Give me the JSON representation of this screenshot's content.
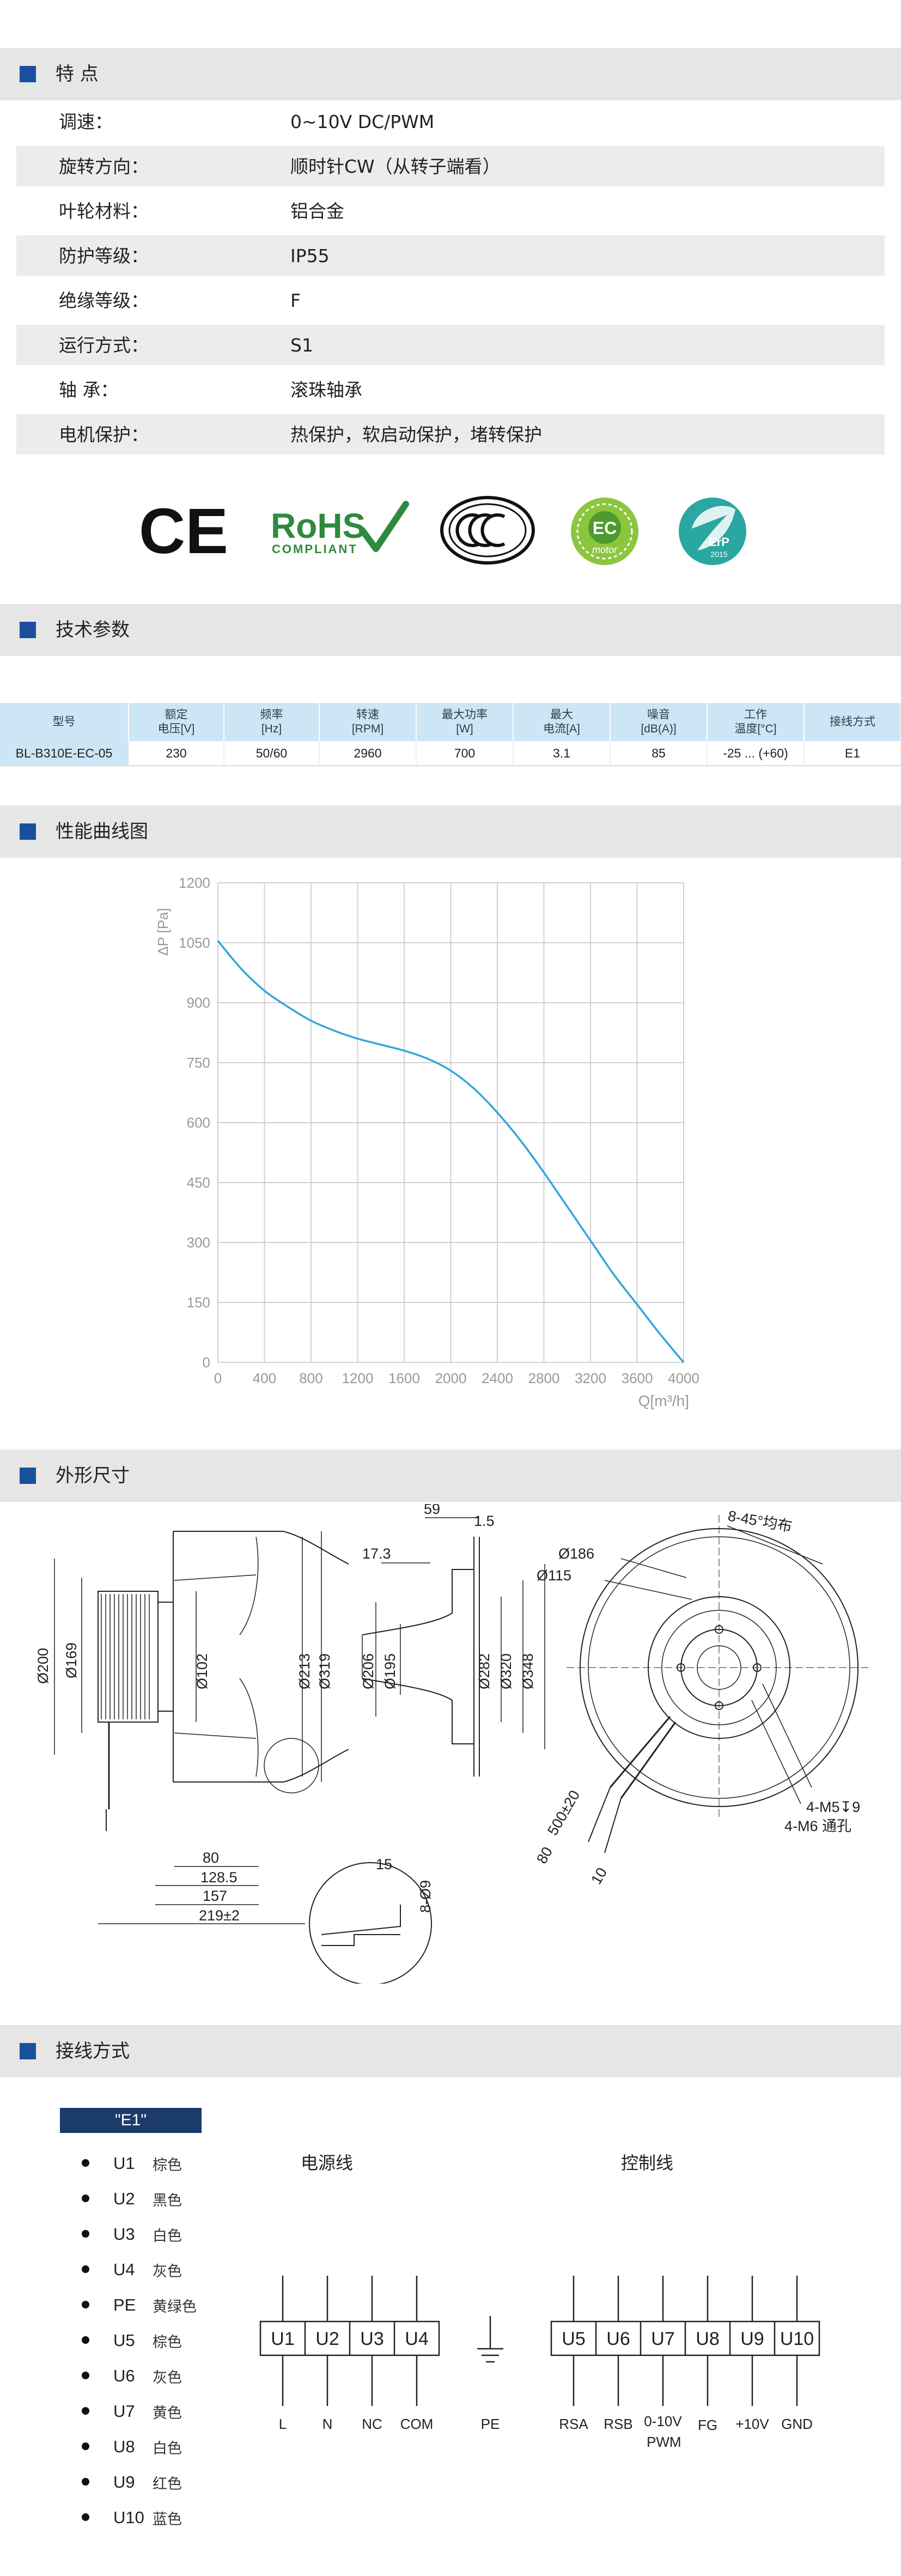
{
  "sections": {
    "features": "特 点",
    "tech": "技术参数",
    "curve": "性能曲线图",
    "dimensions": "外形尺寸",
    "wiring": "接线方式"
  },
  "features": [
    {
      "label": "调速：",
      "value": "0~10V DC/PWM"
    },
    {
      "label": "旋转方向：",
      "value": "顺时针CW（从转子端看）"
    },
    {
      "label": "叶轮材料：",
      "value": "铝合金"
    },
    {
      "label": "防护等级：",
      "value": "IP55"
    },
    {
      "label": "绝缘等级：",
      "value": "F"
    },
    {
      "label": "运行方式：",
      "value": "S1"
    },
    {
      "label": "轴 承：",
      "value": "滚珠轴承"
    },
    {
      "label": "电机保护：",
      "value": "热保护，软启动保护，堵转保护"
    }
  ],
  "certifications": {
    "ce": "CE",
    "rohs": "RoHS",
    "rohs_sub": "COMPLIANT",
    "ec": "EC",
    "ec_sub": "motor",
    "erp": "ErP",
    "erp_year": "2015"
  },
  "spec_table": {
    "headers": [
      [
        "型号",
        ""
      ],
      [
        "额定",
        "电压[V]"
      ],
      [
        "频率",
        "[Hz]"
      ],
      [
        "转速",
        "[RPM]"
      ],
      [
        "最大功率",
        "[W]"
      ],
      [
        "最大",
        "电流[A]"
      ],
      [
        "噪音",
        "[dB(A)]"
      ],
      [
        "工作",
        "温度[°C]"
      ],
      [
        "接线方式",
        ""
      ]
    ],
    "row": [
      "BL-B310E-EC-05",
      "230",
      "50/60",
      "2960",
      "700",
      "3.1",
      "85",
      "-25 ... (+60)",
      "E1"
    ]
  },
  "chart_data": {
    "type": "line",
    "ylabel": "ΔP [Pa]",
    "xlabel": "Q[m³/h]",
    "xlim": [
      0,
      4000
    ],
    "ylim": [
      0,
      1200
    ],
    "x_ticks": [
      0,
      400,
      800,
      1200,
      1600,
      2000,
      2400,
      2800,
      3200,
      3600,
      4000
    ],
    "y_ticks": [
      0,
      150,
      300,
      450,
      600,
      750,
      900,
      1050,
      1200
    ],
    "grid": true,
    "color": "#33a5dc",
    "series": [
      {
        "x": [
          0,
          200,
          400,
          600,
          800,
          1000,
          1200,
          1400,
          1600,
          1800,
          2000,
          2200,
          2400,
          2600,
          2800,
          3000,
          3200,
          3400,
          3600,
          3800,
          4000
        ],
        "values": [
          1055,
          985,
          930,
          890,
          855,
          830,
          810,
          795,
          780,
          760,
          730,
          685,
          625,
          555,
          475,
          390,
          305,
          220,
          145,
          70,
          0
        ]
      }
    ]
  },
  "dimensions": {
    "d200": "Ø200",
    "d169": "Ø169",
    "d102": "Ø102",
    "d213": "Ø213",
    "d319": "Ø319",
    "d206": "Ø206",
    "d195": "Ø195",
    "d282": "Ø282",
    "d320": "Ø320",
    "d348": "Ø348",
    "d186": "Ø186",
    "d115": "Ø115",
    "v59": "59",
    "v1_5": "1.5",
    "v17_3": "17.3",
    "v80": "80",
    "v128_5": "128.5",
    "v157": "157",
    "v219": "219±2",
    "v15": "15",
    "v8d9": "8-Ø9",
    "v500": "500±20",
    "v80b": "80",
    "v10": "10",
    "angle": "8-45°均布",
    "m5": "4-M5↧9",
    "m6": "4-M6 通孔"
  },
  "wiring": {
    "label": "\"E1\"",
    "list": [
      {
        "code": "U1",
        "color": "棕色"
      },
      {
        "code": "U2",
        "color": "黑色"
      },
      {
        "code": "U3",
        "color": "白色"
      },
      {
        "code": "U4",
        "color": "灰色"
      },
      {
        "code": "PE",
        "color": "黄绿色"
      },
      {
        "code": "U5",
        "color": "棕色"
      },
      {
        "code": "U6",
        "color": "灰色"
      },
      {
        "code": "U7",
        "color": "黄色"
      },
      {
        "code": "U8",
        "color": "白色"
      },
      {
        "code": "U9",
        "color": "红色"
      },
      {
        "code": "U10",
        "color": "蓝色"
      }
    ],
    "power_title": "电源线",
    "control_title": "控制线",
    "power_terms": [
      "U1",
      "U2",
      "U3",
      "U4"
    ],
    "power_labels": [
      "L",
      "N",
      "NC",
      "COM"
    ],
    "pe_label": "PE",
    "control_terms": [
      "U5",
      "U6",
      "U7",
      "U8",
      "U9",
      "U10"
    ],
    "control_labels": [
      "RSA",
      "RSB",
      "0-10V",
      "FG",
      "+10V",
      "GND"
    ],
    "control_label_extra": "PWM"
  }
}
